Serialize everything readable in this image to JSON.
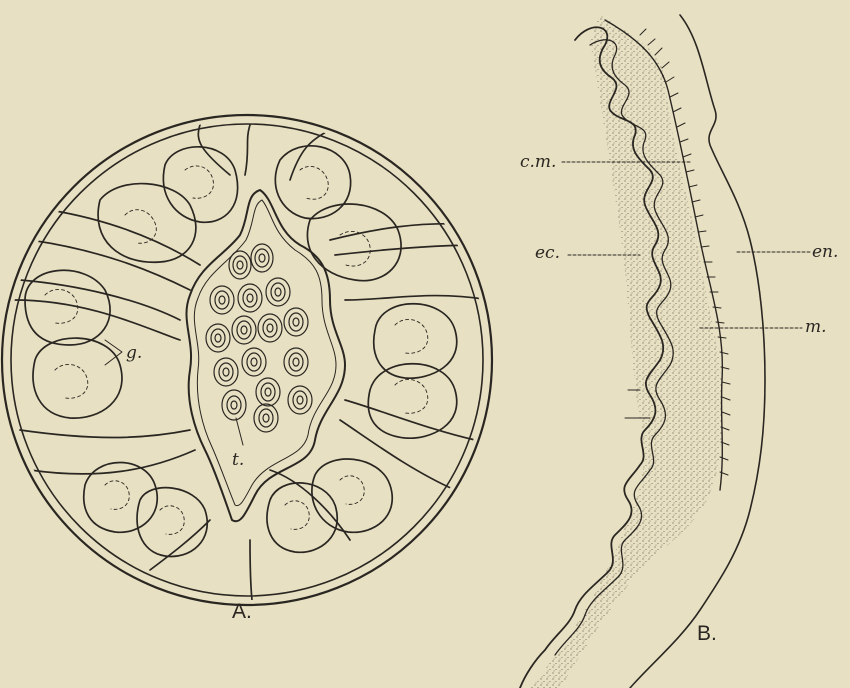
{
  "figure_a": {
    "caption": "A.",
    "labels": {
      "g": "g.",
      "t": "t."
    }
  },
  "figure_b": {
    "caption": "B.",
    "labels": {
      "cm": "c.m.",
      "ec": "ec.",
      "en": "en.",
      "m": "m."
    }
  },
  "colors": {
    "background": "#e7e0c2",
    "ink": "#2a2622",
    "stipple": "#6a6252"
  }
}
